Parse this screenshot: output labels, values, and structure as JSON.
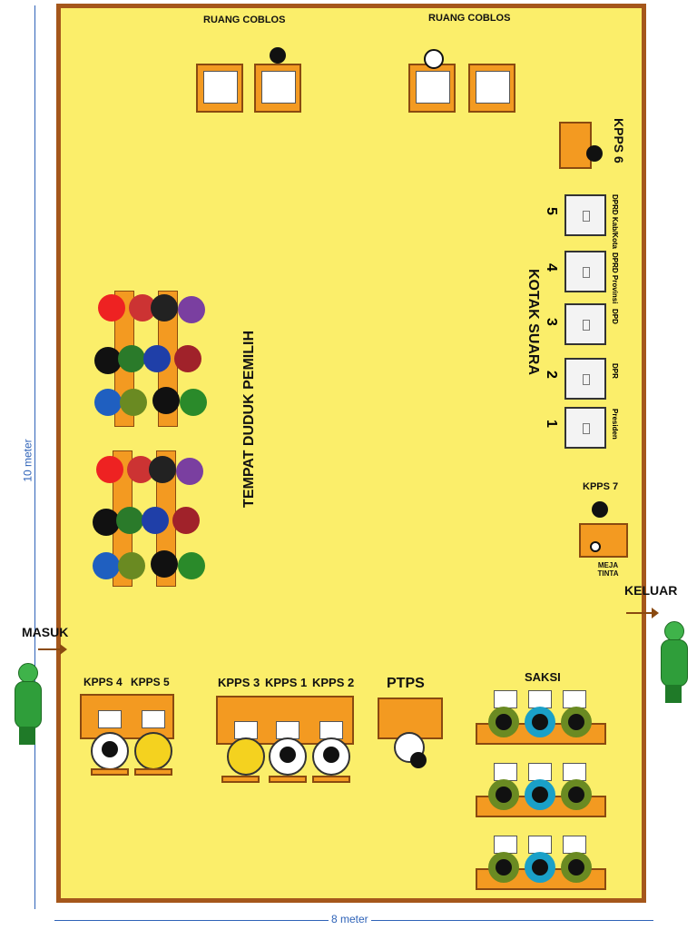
{
  "labels": {
    "booth_left": "RUANG COBLOS",
    "booth_right": "RUANG COBLOS",
    "kpps6": "KPPS 6",
    "ballot_boxes_title": "KOTAK SUARA",
    "seating": "TEMPAT DUDUK PEMILIH",
    "kpps7": "KPPS 7",
    "ink_table": "MEJA TINTA",
    "exit": "KELUAR",
    "entrance": "MASUK",
    "kpps4": "KPPS 4",
    "kpps5": "KPPS 5",
    "kpps3": "KPPS 3",
    "kpps1": "KPPS 1",
    "kpps2": "KPPS 2",
    "ptps": "PTPS",
    "witness": "SAKSI"
  },
  "ballot_boxes": [
    {
      "number": "1",
      "tag": "Presiden"
    },
    {
      "number": "2",
      "tag": "DPR"
    },
    {
      "number": "3",
      "tag": "DPD"
    },
    {
      "number": "4",
      "tag": "DPRD Provinsi"
    },
    {
      "number": "5",
      "tag": "DPRD Kab/Kota"
    }
  ],
  "dimensions": {
    "height": "10 meter",
    "width": "8 meter"
  },
  "colors": {
    "floor": "#fbee6a",
    "wall": "#a5571b",
    "table": "#f39a21",
    "dimension": "#2f63b8",
    "guard": "#2f9e3a"
  }
}
